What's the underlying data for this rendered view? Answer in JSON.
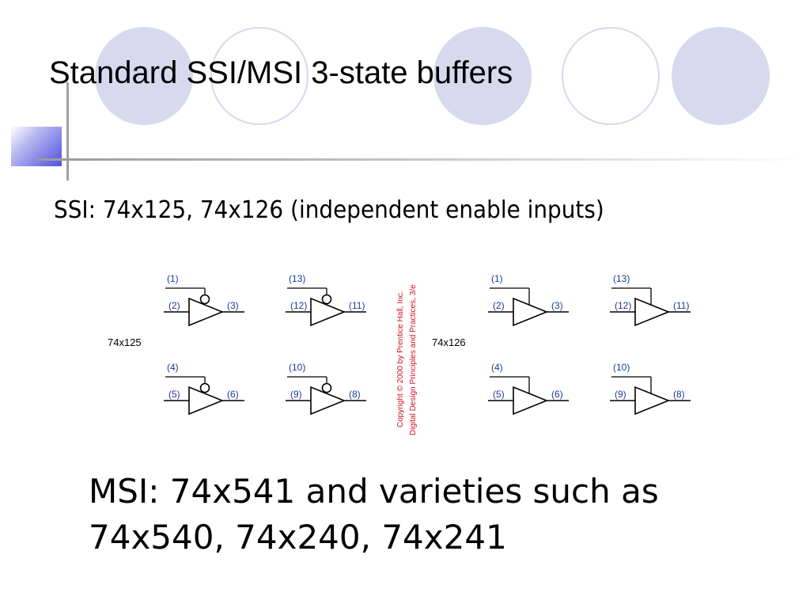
{
  "title": "Standard SSI/MSI 3-state buffers",
  "ssi_line": "SSI: 74x125, 74x126 (independent enable inputs)",
  "msi_line1": "MSI: 74x541 and varieties such as",
  "msi_line2": "74x540, 74x240, 74x241",
  "decor": {
    "circle_color": "#d8d8ee",
    "accent_color": "#5050e0",
    "pin_color": "#1a3a9a",
    "copyright_color": "#d01020"
  },
  "diagram": {
    "chip_left": {
      "name": "74x125",
      "gates": [
        {
          "enable": "(1)",
          "input": "(2)",
          "output": "(3)",
          "active_low_enable": true
        },
        {
          "enable": "(13)",
          "input": "(12)",
          "output": "(11)",
          "active_low_enable": true
        },
        {
          "enable": "(4)",
          "input": "(5)",
          "output": "(6)",
          "active_low_enable": true
        },
        {
          "enable": "(10)",
          "input": "(9)",
          "output": "(8)",
          "active_low_enable": true
        }
      ]
    },
    "chip_right": {
      "name": "74x126",
      "gates": [
        {
          "enable": "(1)",
          "input": "(2)",
          "output": "(3)",
          "active_low_enable": false
        },
        {
          "enable": "(13)",
          "input": "(12)",
          "output": "(11)",
          "active_low_enable": false
        },
        {
          "enable": "(4)",
          "input": "(5)",
          "output": "(6)",
          "active_low_enable": false
        },
        {
          "enable": "(10)",
          "input": "(9)",
          "output": "(8)",
          "active_low_enable": false
        }
      ]
    },
    "copyright_line1": "Copyright © 2000 by Prentice Hall, Inc.",
    "copyright_line2": "Digital Design Principles and Practices, 3/e"
  }
}
